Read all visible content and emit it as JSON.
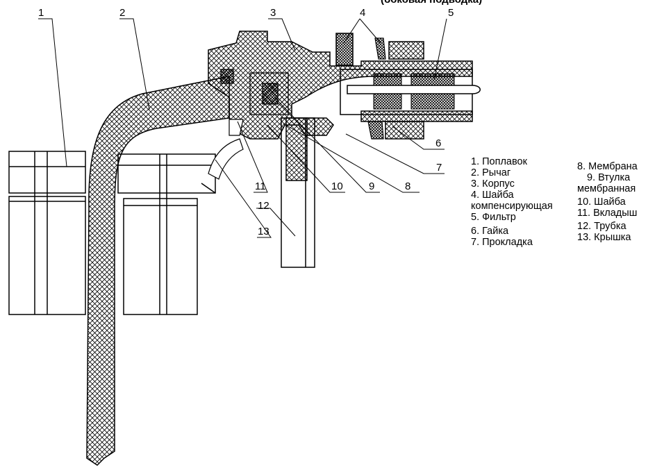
{
  "title": "(боковая подводка)",
  "callouts": [
    "1",
    "2",
    "3",
    "4",
    "5",
    "6",
    "7",
    "8",
    "9",
    "10",
    "11",
    "12",
    "13"
  ],
  "legend_left": [
    "1. Поплавок",
    "2. Рычаг",
    "3. Корпус",
    "4. Шайба",
    "компенсирующая",
    "5. Фильтр",
    "6. Гайка",
    "7. Прокладка"
  ],
  "legend_right": [
    "8. Мембрана",
    "9. Втулка",
    "мембранная",
    "10. Шайба",
    "11. Вкладыш",
    "12. Трубка",
    "13. Крышка"
  ]
}
